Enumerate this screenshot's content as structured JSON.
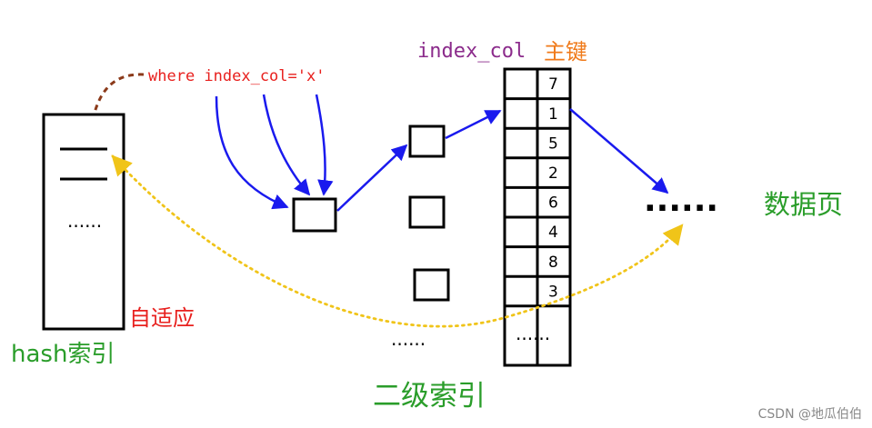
{
  "labels": {
    "query": "where index_col='x'",
    "column_header": "index_col",
    "pk_header": "主键",
    "data_pages": "数据页",
    "adaptive": "自适应",
    "hash_index": "hash索引",
    "secondary_index": "二级索引",
    "ellipsis": "......",
    "data_dots": "......",
    "watermark": "CSDN @地瓜伯伯"
  },
  "primary_keys": [
    "7",
    "1",
    "5",
    "2",
    "6",
    "4",
    "8",
    "3"
  ],
  "colors": {
    "query": "#e8201e",
    "column_header": "#8b2b8b",
    "pk_header": "#f07a1a",
    "green_text": "#2a9d2a",
    "adaptive": "#e8201e",
    "blue_arrow": "#1a1aee",
    "brown_arrow": "#8b3a1a",
    "yellow_dotted": "#f0c419",
    "watermark": "#888888"
  }
}
